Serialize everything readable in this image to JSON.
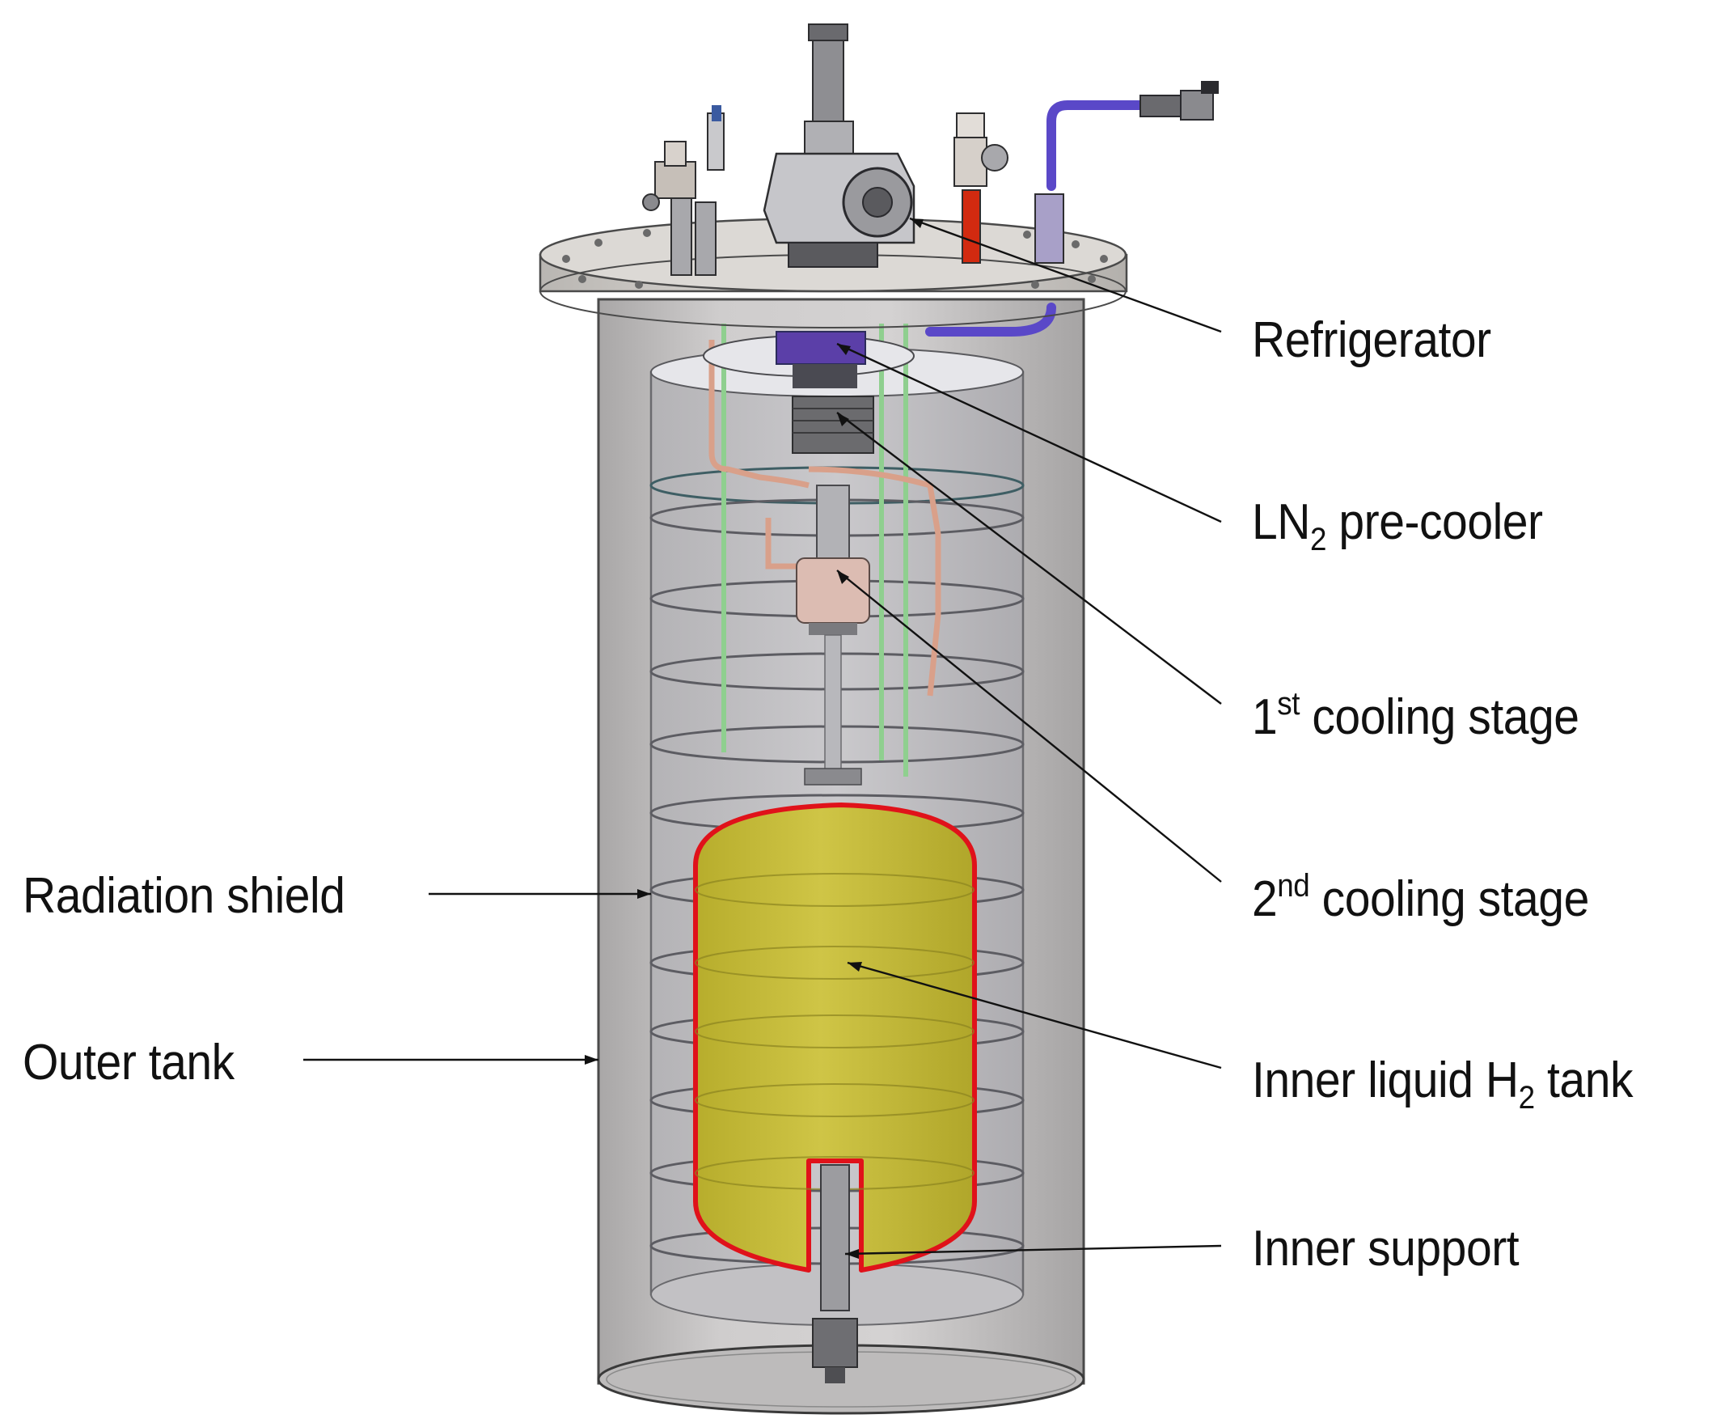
{
  "labels": {
    "refrigerator": "Refrigerator",
    "ln2_main": "LN",
    "ln2_sub": "2",
    "ln2_rest": " pre-cooler",
    "first_main": "1",
    "first_sup": "st",
    "first_rest": " cooling stage",
    "second_main": "2",
    "second_sup": "nd",
    "second_rest": " cooling stage",
    "inner_tank_main": "Inner liquid H",
    "inner_tank_sub": "2",
    "inner_tank_rest": " tank",
    "inner_support": "Inner support",
    "radiation_shield": "Radiation shield",
    "outer_tank": "Outer tank"
  },
  "colors": {
    "outer_tank": "#c8c6c6",
    "radiation_shield": "#bdbcbd",
    "liquid_h2": "#c8be3a",
    "inner_tank_outline": "#e0121a",
    "lid": "#d6d3cf",
    "pipe_blue": "#5a48c8",
    "pipe_copper": "#d9a08a",
    "rod_green": "#8fcf8f",
    "valve_red": "#d22a10",
    "leader": "#111111"
  }
}
